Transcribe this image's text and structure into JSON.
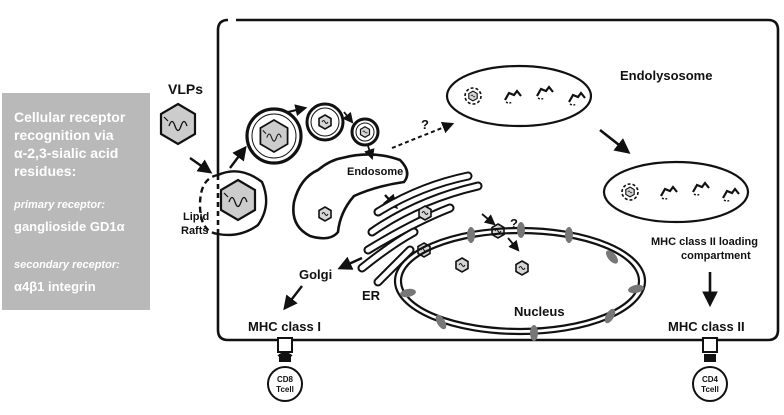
{
  "legend_box": {
    "heading_lines": [
      "Cellular receptor",
      "recognition via",
      "α-2,3-sialic acid",
      "residues:"
    ],
    "primary_label": "primary receptor:",
    "primary_value": "ganglioside GD1α",
    "secondary_label": "secondary receptor:",
    "secondary_value": "α4β1 integrin",
    "bg_color": "#b9b9b9",
    "text_color": "#ffffff"
  },
  "labels": {
    "vlps": "VLPs",
    "lipid_rafts_1": "Lipid",
    "lipid_rafts_2": "Rafts",
    "endosome": "Endosome",
    "endolysosome": "Endolysosome",
    "question_1": "?",
    "question_2": "?",
    "golgi": "Golgi",
    "er": "ER",
    "nucleus": "Nucleus",
    "mhc_loading_1": "MHC class II loading",
    "mhc_loading_2": "compartment",
    "mhc_class_i": "MHC class I",
    "mhc_class_ii": "MHC class II",
    "cd8_1": "CD8",
    "cd8_2": "Tcell",
    "cd4_1": "CD4",
    "cd4_2": "Tcell"
  },
  "colors": {
    "stroke": "#111111",
    "nuclear_pore": "#777777",
    "vlp_fill": "#cccccc",
    "hex_icon_fill": "#d6d6d6"
  }
}
